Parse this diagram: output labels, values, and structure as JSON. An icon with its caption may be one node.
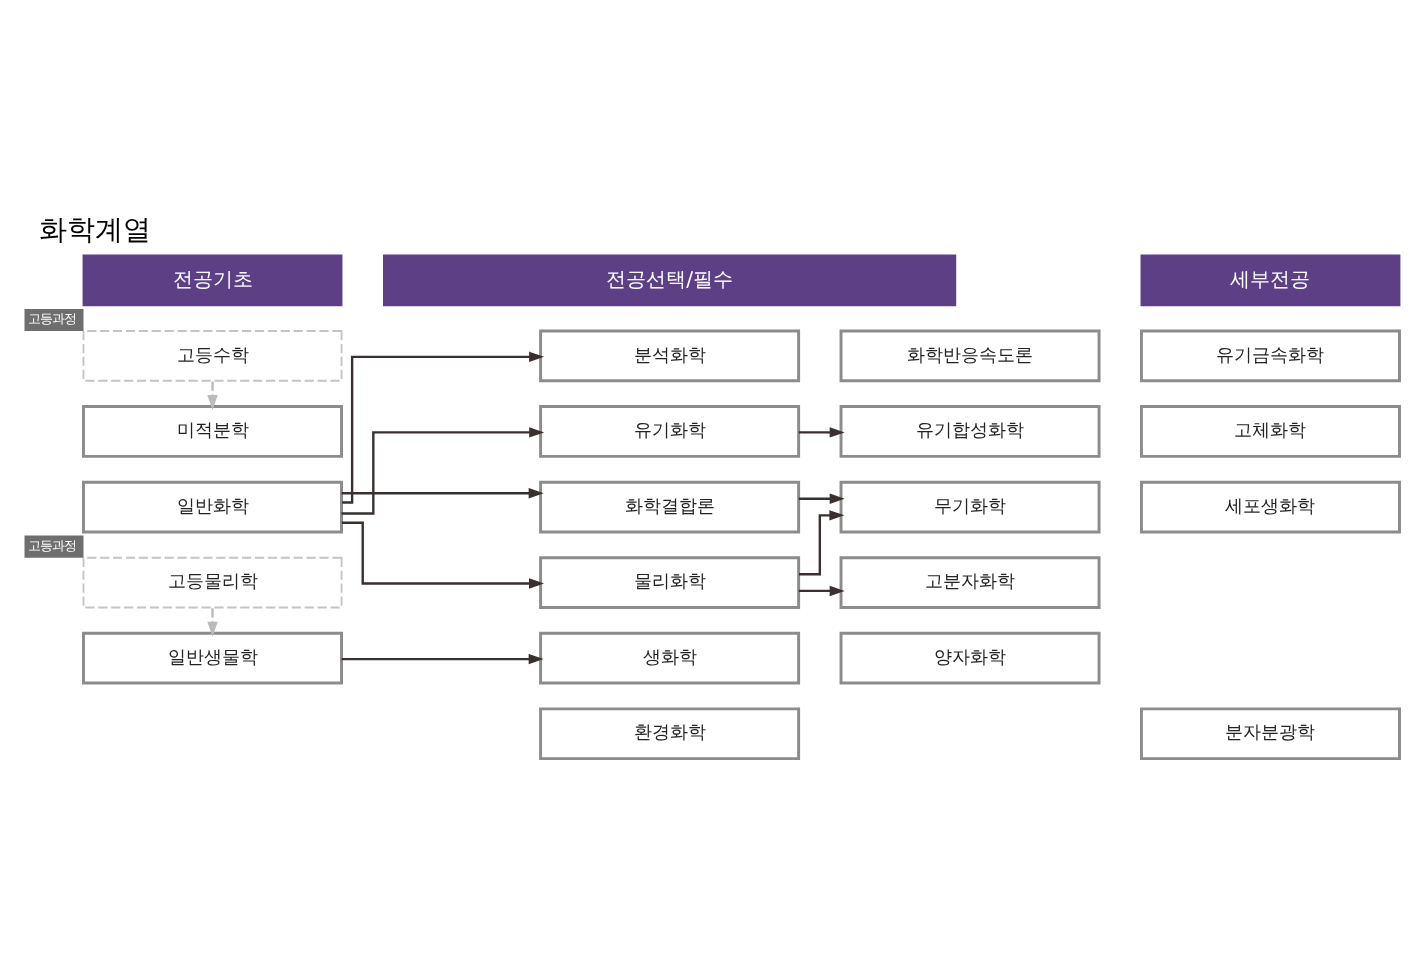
{
  "diagram": {
    "title": "화학계열",
    "nodes": [
      {
        "text": [
          "전공기초"
        ]
      },
      {
        "text": [
          "전공선택/필수"
        ]
      },
      {
        "text": [
          "세부전공"
        ]
      },
      {
        "text": [
          "고등수학"
        ],
        "beside": [
          "고등과정"
        ]
      },
      {
        "text": [
          "미적분학"
        ]
      },
      {
        "text": [
          "일반화학"
        ]
      },
      {
        "text": [
          "고등물리학"
        ],
        "beside": [
          "고등과정"
        ]
      },
      {
        "text": [
          "일반생물학"
        ]
      },
      {
        "text": [
          "분석화학"
        ]
      },
      {
        "text": [
          "유기화학"
        ]
      },
      {
        "text": [
          "화학결합론"
        ]
      },
      {
        "text": [
          "물리화학"
        ]
      },
      {
        "text": [
          "생화학"
        ]
      },
      {
        "text": [
          "환경화학"
        ]
      },
      {
        "text": [
          "화학반응속도론"
        ]
      },
      {
        "text": [
          "유기합성화학"
        ]
      },
      {
        "text": [
          "무기화학"
        ]
      },
      {
        "text": [
          "고분자화학"
        ]
      },
      {
        "text": [
          "양자화학"
        ]
      },
      {
        "text": [
          "유기금속화학"
        ]
      },
      {
        "text": [
          "고체화학"
        ]
      },
      {
        "text": [
          "세포생화학"
        ]
      },
      {
        "text": [
          "분자분광학"
        ]
      }
    ],
    "edges": [
      {
        "from": 3,
        "to": 4,
        "arrow": "to",
        "style": "dashed",
        "color": "#bbbbbb"
      },
      {
        "from": 6,
        "to": 7,
        "arrow": "to",
        "style": "dashed",
        "color": "#bbbbbb"
      },
      {
        "from": 5,
        "to": 8,
        "arrow": "to"
      },
      {
        "from": 5,
        "to": 9,
        "arrow": "to"
      },
      {
        "from": 5,
        "to": 10,
        "arrow": "to"
      },
      {
        "from": 5,
        "to": 11,
        "arrow": "to"
      },
      {
        "from": 7,
        "to": 12,
        "arrow": "to"
      },
      {
        "from": 9,
        "to": 15,
        "arrow": "to"
      },
      {
        "from": 10,
        "to": 16,
        "arrow": "to"
      },
      {
        "from": 11,
        "to": 16,
        "arrow": "to"
      },
      {
        "from": 11,
        "to": 17,
        "arrow": "to"
      }
    ]
  }
}
